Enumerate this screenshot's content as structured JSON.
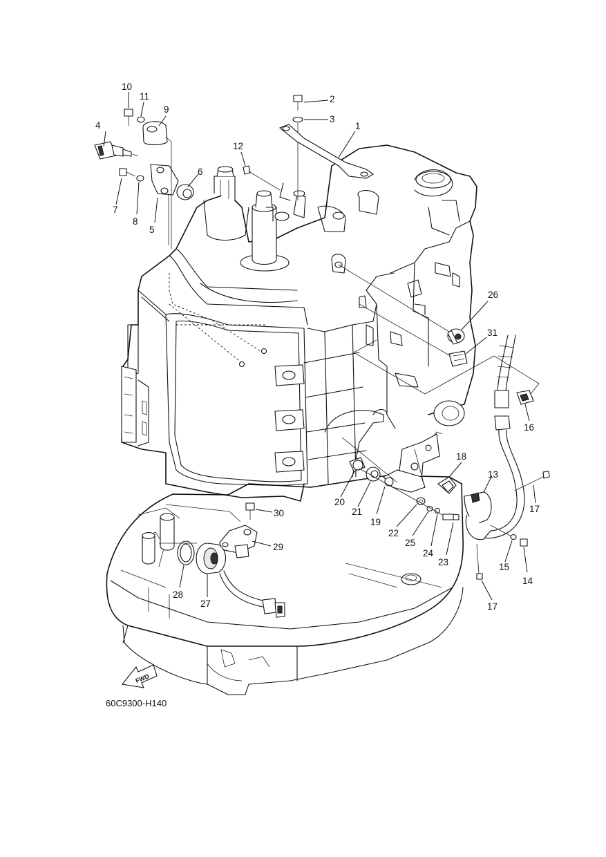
{
  "diagram": {
    "reference_code": "60C9300-H140",
    "direction_label": "FWD",
    "callouts": [
      "1",
      "2",
      "3",
      "4",
      "5",
      "6",
      "7",
      "8",
      "9",
      "10",
      "11",
      "12",
      "13",
      "14",
      "15",
      "16",
      "17",
      "17",
      "18",
      "19",
      "20",
      "21",
      "22",
      "23",
      "24",
      "25",
      "26",
      "27",
      "28",
      "29",
      "30",
      "31"
    ]
  }
}
